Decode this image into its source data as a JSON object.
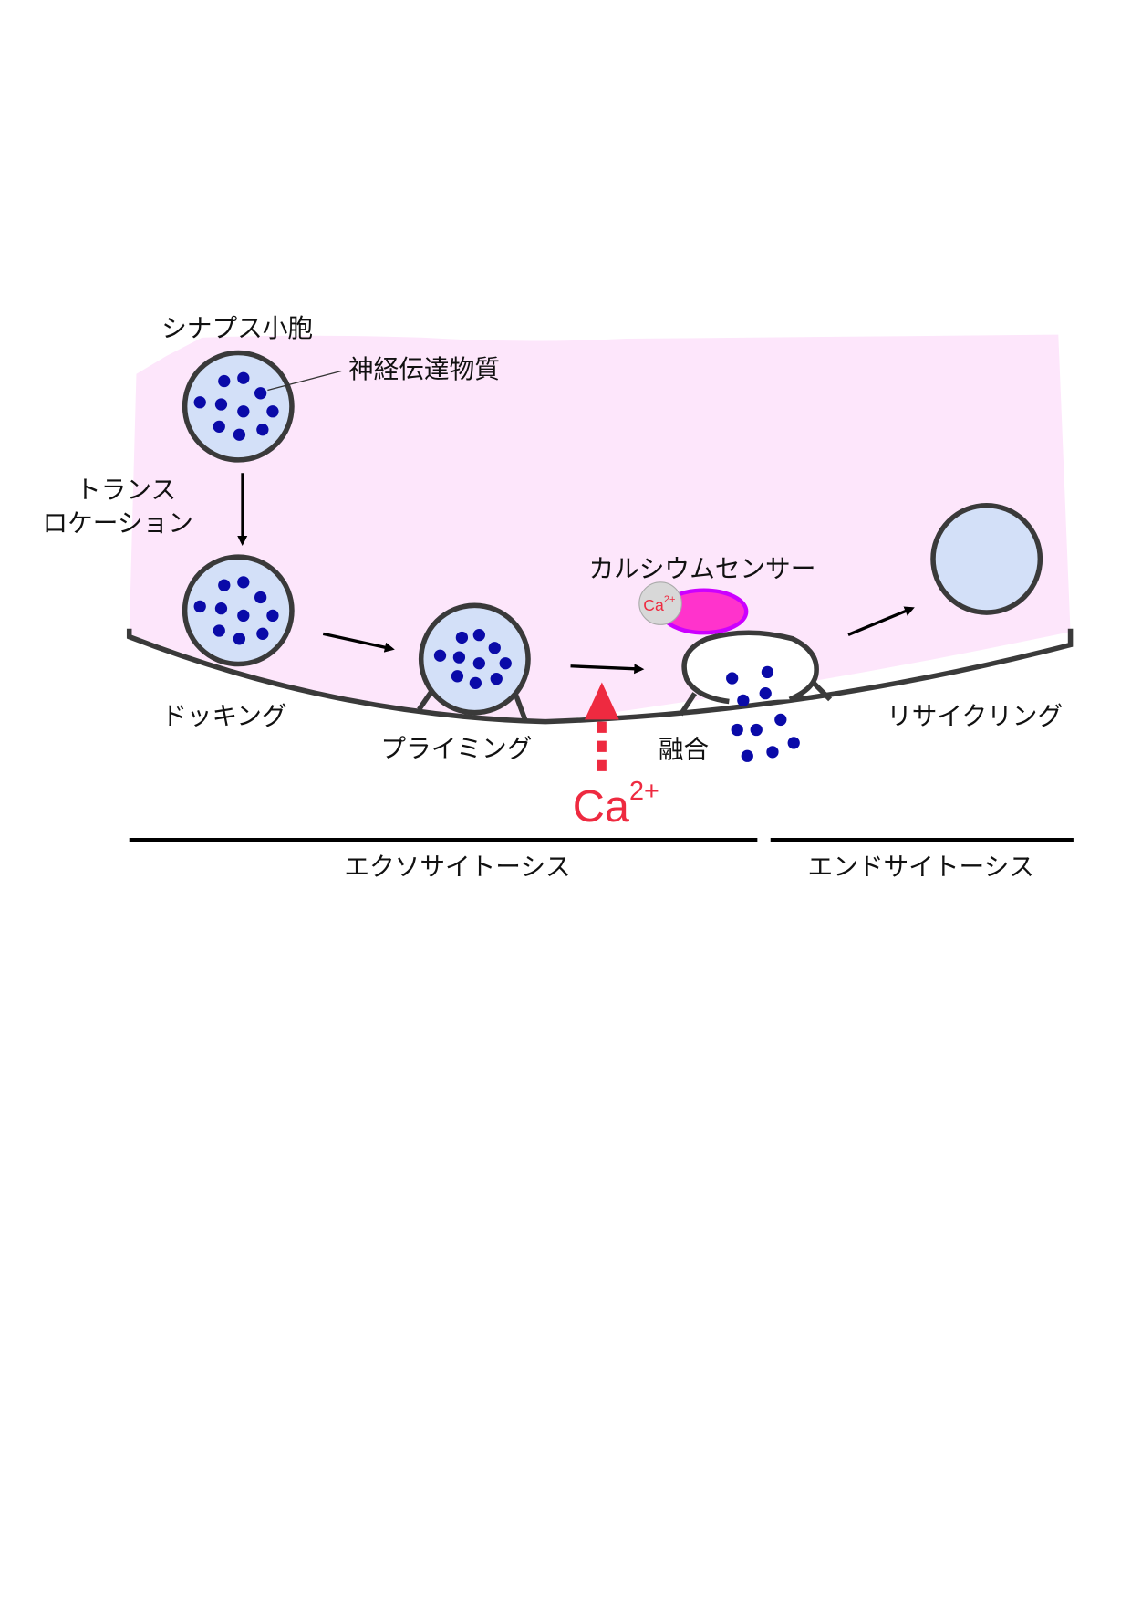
{
  "labels": {
    "synaptic_vesicle": "シナプス小胞",
    "neurotransmitter": "神経伝達物質",
    "translocation_1": "トランス",
    "translocation_2": "ロケーション",
    "docking": "ドッキング",
    "priming": "プライミング",
    "fusion": "融合",
    "calcium_sensor": "カルシウムセンサー",
    "recycling": "リサイクリング",
    "exocytosis": "エクソサイトーシス",
    "endocytosis": "エンドサイトーシス"
  },
  "calcium": {
    "base": "Ca",
    "charge": "2+"
  },
  "sensor_ion": {
    "base": "Ca",
    "charge": "2+"
  },
  "colors": {
    "cytoplasm": "#fde6fb",
    "vesicle_fill": "#d3e0f8",
    "membrane": "#3a3a3a",
    "transmitter": "#0a0aa8",
    "calcium": "#ee2a40",
    "sensor_fill": "#ff33cc",
    "sensor_stroke": "#cc00ff",
    "ion_fill": "#d8d8d8"
  }
}
